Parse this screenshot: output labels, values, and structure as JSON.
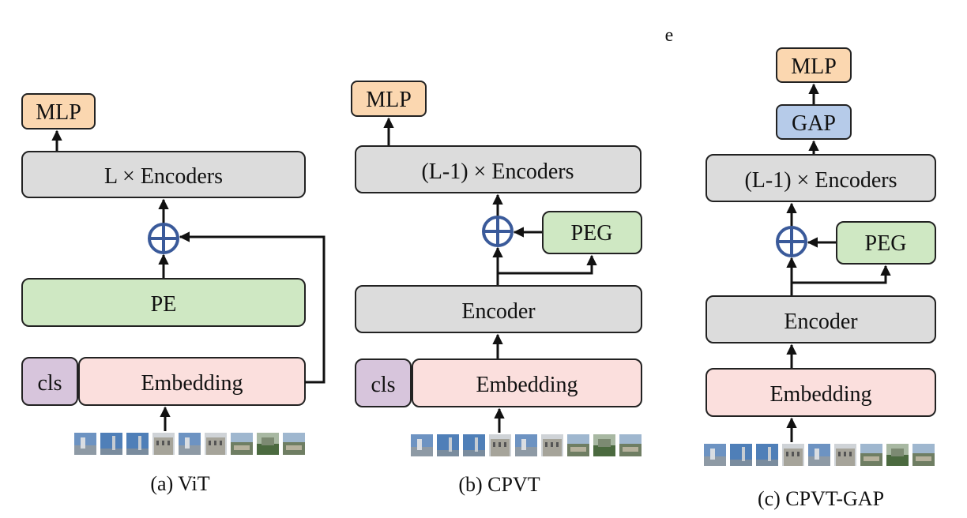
{
  "stray_label": "e",
  "colors": {
    "mlp": "#fbd7b0",
    "gap": "#b6cbe9",
    "encoder": "#dcdcdc",
    "pe": "#cfe8c3",
    "embedding": "#fbdfdd",
    "cls": "#d7c5dc",
    "stroke": "#222222",
    "plus": "#3a5a9a"
  },
  "panels": {
    "vit": {
      "caption": "(a) ViT",
      "mlp": "MLP",
      "encoders": "L × Encoders",
      "pe": "PE",
      "cls": "cls",
      "embedding": "Embedding"
    },
    "cpvt": {
      "caption": "(b) CPVT",
      "mlp": "MLP",
      "encoders": "(L-1) × Encoders",
      "peg": "PEG",
      "encoder": "Encoder",
      "cls": "cls",
      "embedding": "Embedding"
    },
    "cpvt_gap": {
      "caption": "(c) CPVT-GAP",
      "mlp": "MLP",
      "gap": "GAP",
      "encoders": "(L-1) × Encoders",
      "peg": "PEG",
      "encoder": "Encoder",
      "embedding": "Embedding"
    }
  }
}
